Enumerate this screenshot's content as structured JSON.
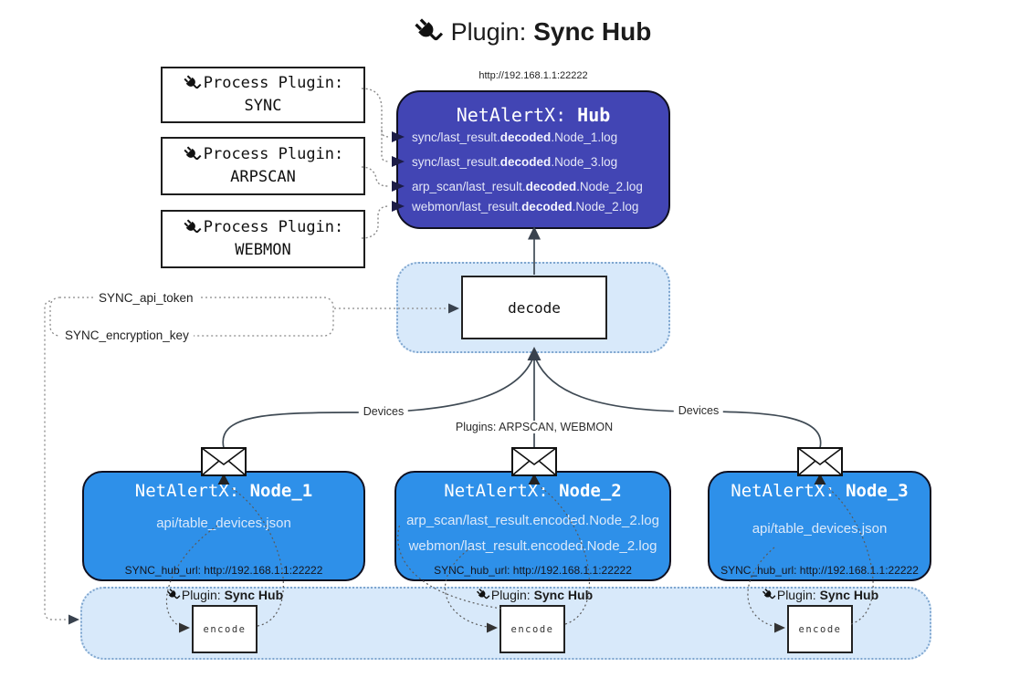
{
  "title": {
    "label": "Plugin:",
    "name": "Sync Hub"
  },
  "process_plugins": [
    {
      "label": "Process Plugin:",
      "name": "SYNC"
    },
    {
      "label": "Process Plugin:",
      "name": "ARPSCAN"
    },
    {
      "label": "Process Plugin:",
      "name": "WEBMON"
    }
  ],
  "hub": {
    "url": "http://192.168.1.1:22222",
    "title_label": "NetAlertX:",
    "title_name": "Hub",
    "logs": [
      {
        "pre": "sync/last_result.",
        "bold": "decoded",
        "post": ".Node_1.log"
      },
      {
        "pre": "sync/last_result.",
        "bold": "decoded",
        "post": ".Node_3.log"
      },
      {
        "pre": "arp_scan/last_result.",
        "bold": "decoded",
        "post": ".Node_2.log"
      },
      {
        "pre": "webmon/last_result.",
        "bold": "decoded",
        "post": ".Node_2.log"
      }
    ]
  },
  "decode_box": {
    "label": "decode"
  },
  "secrets": {
    "api_token": "SYNC_api_token",
    "encryption_key": "SYNC_encryption_key"
  },
  "edge_labels": {
    "left": "Devices",
    "center": "Plugins: ARPSCAN, WEBMON",
    "right": "Devices"
  },
  "nodes": [
    {
      "title_label": "NetAlertX:",
      "title_name": "Node_1",
      "files": [
        "api/table_devices.json"
      ],
      "hub_url": "SYNC_hub_url: http://192.168.1.1:22222"
    },
    {
      "title_label": "NetAlertX:",
      "title_name": "Node_2",
      "files": [
        "arp_scan/last_result.encoded.Node_2.log",
        "webmon/last_result.encoded.Node_2.log"
      ],
      "hub_url": "SYNC_hub_url: http://192.168.1.1:22222"
    },
    {
      "title_label": "NetAlertX:",
      "title_name": "Node_3",
      "files": [
        "api/table_devices.json"
      ],
      "hub_url": "SYNC_hub_url: http://192.168.1.1:22222"
    }
  ],
  "encoders": [
    {
      "plugin_label": "Plugin:",
      "plugin_name": "Sync Hub",
      "box_label": "encode"
    },
    {
      "plugin_label": "Plugin:",
      "plugin_name": "Sync Hub",
      "box_label": "encode"
    },
    {
      "plugin_label": "Plugin:",
      "plugin_name": "Sync Hub",
      "box_label": "encode"
    }
  ],
  "colors": {
    "hub_bg": "#4245b4",
    "node_bg": "#2e90e9",
    "container_bg": "#d8e9fa",
    "container_border": "#7fa6cf",
    "line": "#3f4a54",
    "hub_text": "#e3e6f7",
    "node_text": "#dbe9fa"
  }
}
